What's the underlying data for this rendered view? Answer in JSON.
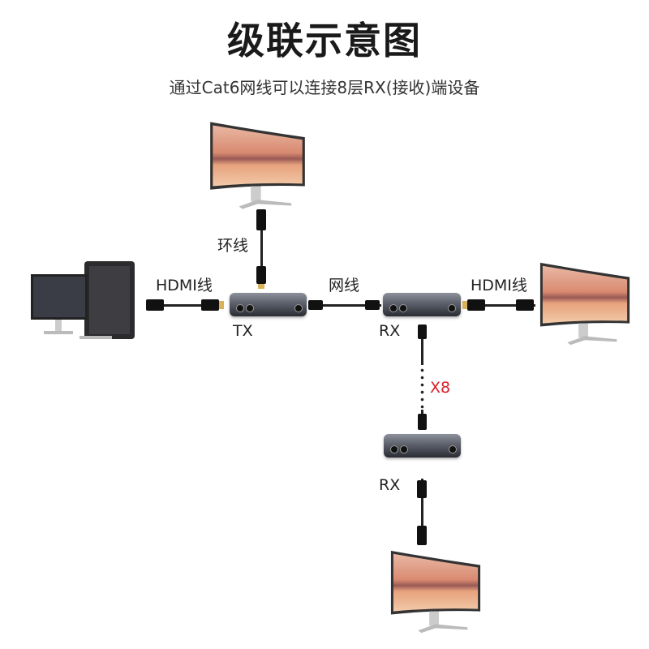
{
  "title": "级联示意图",
  "subtitle": "通过Cat6网线可以连接8层RX(接收)端设备",
  "labels": {
    "loop_cable": "环线",
    "hdmi_left": "HDMI线",
    "lan_cable": "网线",
    "hdmi_right": "HDMI线",
    "tx": "TX",
    "rx_main": "RX",
    "cascade_count": "X8",
    "rx_bottom": "RX"
  },
  "colors": {
    "accent_red": "#d8202a",
    "text": "#222222"
  }
}
